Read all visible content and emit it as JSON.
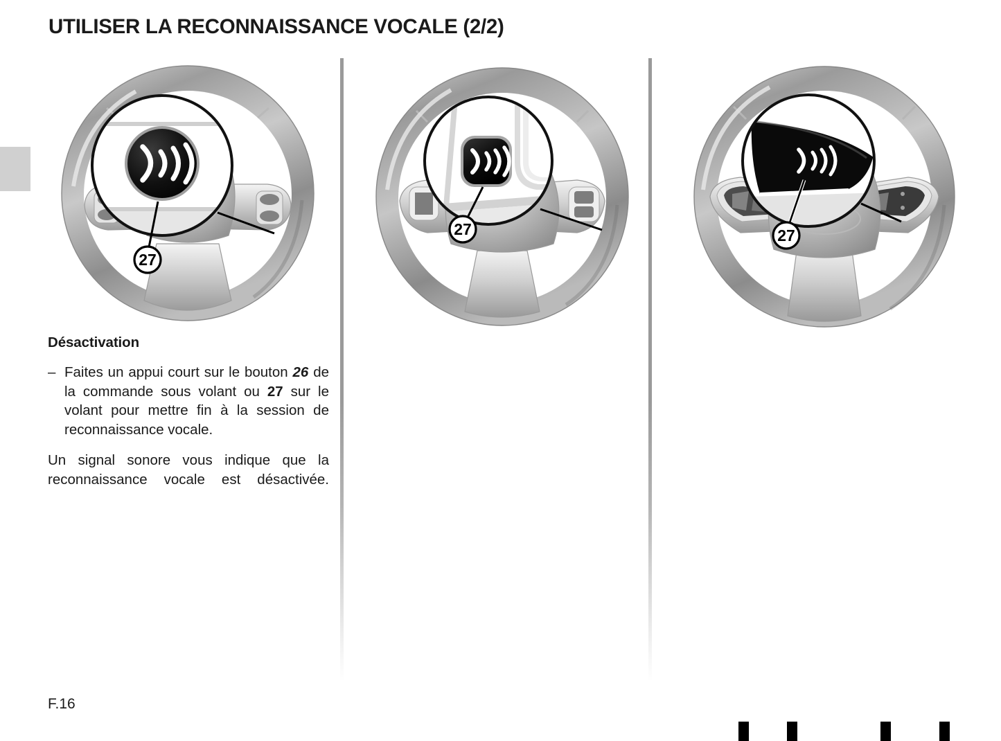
{
  "document": {
    "title": "UTILISER LA RECONNAISSANCE VOCALE (2/2)",
    "page_number": "F.16",
    "language": "fr"
  },
  "edge_tab": {
    "name": "chapter-thumb-tab",
    "color": "#d0d0d0"
  },
  "figures": [
    {
      "id": "figure-1",
      "name": "steering-wheel-diagram-1",
      "description": "Volant avec bouton rond de reconnaissance vocale",
      "callout_label": "27",
      "magnifier": {
        "button_shape": "circle",
        "icon": "voice-recognition-icon",
        "icon_color": "#ffffff",
        "button_color": "#0d0d0d"
      }
    },
    {
      "id": "figure-2",
      "name": "steering-wheel-diagram-2",
      "description": "Volant avec bouton carre arrondi de reconnaissance vocale",
      "callout_label": "27",
      "magnifier": {
        "button_shape": "rounded-square",
        "icon": "voice-recognition-icon",
        "icon_color": "#ffffff",
        "button_color": "#0d0d0d"
      }
    },
    {
      "id": "figure-3",
      "name": "steering-wheel-diagram-3",
      "description": "Volant avec platine de commande inclinee",
      "callout_label": "27",
      "magnifier": {
        "button_shape": "wedge-panel",
        "icon": "voice-recognition-icon",
        "icon_color": "#ffffff",
        "button_color": "#0d0d0d"
      }
    }
  ],
  "body": {
    "heading": "Désactivation",
    "bullet_dash": "–",
    "bullet_parts": {
      "p1": "Faites un appui court sur le bouton ",
      "b1": "26",
      "p2": " de la commande sous volant ou ",
      "b2": "27",
      "p3": " sur le volant pour mettre fin à la ses­sion de reconnaissance vocale."
    },
    "paragraph": "Un signal sonore vous indique que la reconnaissance vocale est désactivée."
  },
  "colors": {
    "text": "#1a1a1a",
    "divider": "#9a9a9a",
    "tab": "#d0d0d0",
    "wheel_light": "#e9e9e9",
    "wheel_mid": "#b3b3b3",
    "wheel_dark": "#7a7a7a",
    "button_black": "#0d0d0d",
    "registration_mark": "#000000"
  },
  "registration_marks": {
    "name": "print-registration-marks",
    "count": 4,
    "offsets": [
      0,
      70,
      205,
      290
    ]
  }
}
